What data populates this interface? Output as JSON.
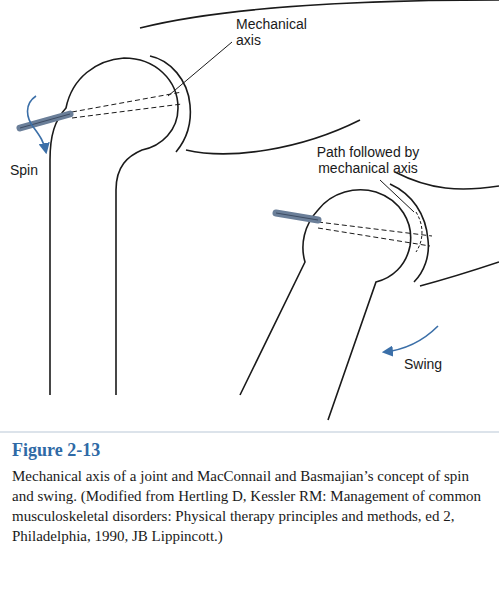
{
  "diagram": {
    "title": "Figure 2-13",
    "caption": "Mechanical axis of a joint and MacConnail and Basmajian’s concept of spin and swing. (Modified from Hertling D, Kessler RM: Management of common musculoskeletal disorders: Physical therapy principles and methods, ed 2, Philadelphia, 1990, JB Lippincott.)",
    "labels": [
      "Mechanical axis",
      "Spin",
      "Path followed by mechanical axis",
      "Swing"
    ]
  }
}
